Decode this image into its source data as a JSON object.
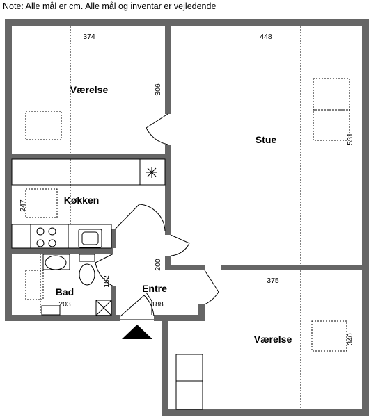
{
  "note": "Note: Alle mål er cm. Alle mål og inventar er vejledende",
  "rooms": {
    "bedroom_top": "Værelse",
    "living": "Stue",
    "kitchen": "Køkken",
    "bath": "Bad",
    "entry": "Entre",
    "bedroom_bottom": "Værelse"
  },
  "dimensions": {
    "d374": "374",
    "d448": "448",
    "d306": "306",
    "d531": "531",
    "d247": "247",
    "d200": "200",
    "d152": "152",
    "d203": "203",
    "d188": "188",
    "d375": "375",
    "d340": "340"
  },
  "colors": {
    "wall": "#666666",
    "line": "#000000",
    "background": "#ffffff"
  }
}
